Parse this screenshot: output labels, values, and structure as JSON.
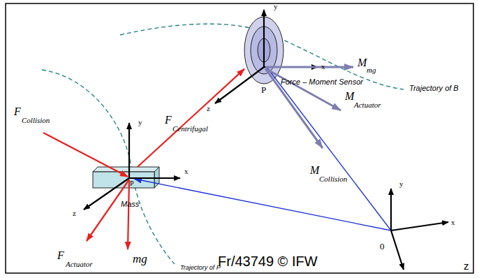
{
  "diagram": {
    "nodes": [
      {
        "text": [
          "P",
          "Force – Moment Sensor"
        ]
      },
      {
        "text": [
          "P",
          "Mass"
        ]
      }
    ],
    "edges": [
      {
        "from": 1,
        "to": 0,
        "arrow": "to"
      }
    ],
    "labels": [
      "y",
      "x",
      "z",
      "M⃗",
      "mg",
      "Trajectory of B",
      "F⃗",
      "Collision",
      "F⃗",
      "Centrifugal",
      "M⃗",
      "Actuator",
      "y",
      "x",
      "z",
      "M⃗",
      "Collision",
      "y",
      "x",
      "0",
      "F⃗",
      "Actuator",
      "mg⃗",
      "Fr/43749 © IFW",
      "z",
      "Trajectory of P"
    ]
  }
}
